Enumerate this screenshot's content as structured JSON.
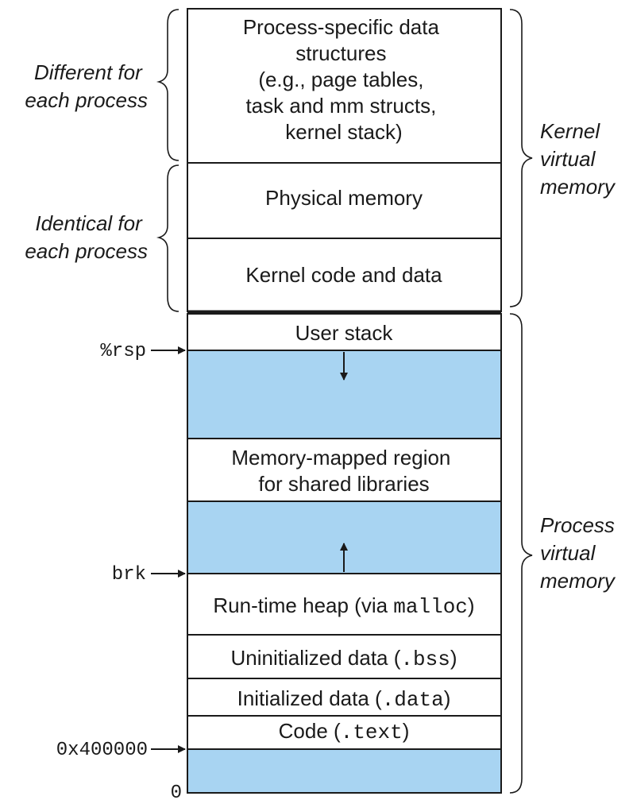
{
  "segments": {
    "process_specific": {
      "lines": [
        "Process-specific data",
        "structures",
        "(e.g., page tables,",
        "task and mm structs,",
        "kernel stack)"
      ]
    },
    "physical_memory": {
      "label": "Physical memory"
    },
    "kernel_code": {
      "label": "Kernel code and data"
    },
    "user_stack": {
      "label": "User stack"
    },
    "mmap_region": {
      "lines": [
        "Memory-mapped region",
        "for shared libraries"
      ]
    },
    "heap": {
      "label": "Run-time heap (via ",
      "code": "malloc",
      "suffix": ")"
    },
    "bss": {
      "label": "Uninitialized data (",
      "code": ".bss",
      "suffix": ")"
    },
    "data": {
      "label": "Initialized data (",
      "code": ".data",
      "suffix": ")"
    },
    "text": {
      "label": "Code (",
      "code": ".text",
      "suffix": ")"
    }
  },
  "left_labels": {
    "different": [
      "Different for",
      "each process"
    ],
    "identical": [
      "Identical for",
      "each process"
    ]
  },
  "right_labels": {
    "kernel": [
      "Kernel",
      "virtual",
      "memory"
    ],
    "process": [
      "Process",
      "virtual",
      "memory"
    ]
  },
  "pointers": {
    "rsp": "%rsp",
    "brk": "brk",
    "base": "0x400000",
    "zero": "0"
  },
  "colors": {
    "unused_fill": "#a8d4f2",
    "line": "#1a1a1a"
  }
}
